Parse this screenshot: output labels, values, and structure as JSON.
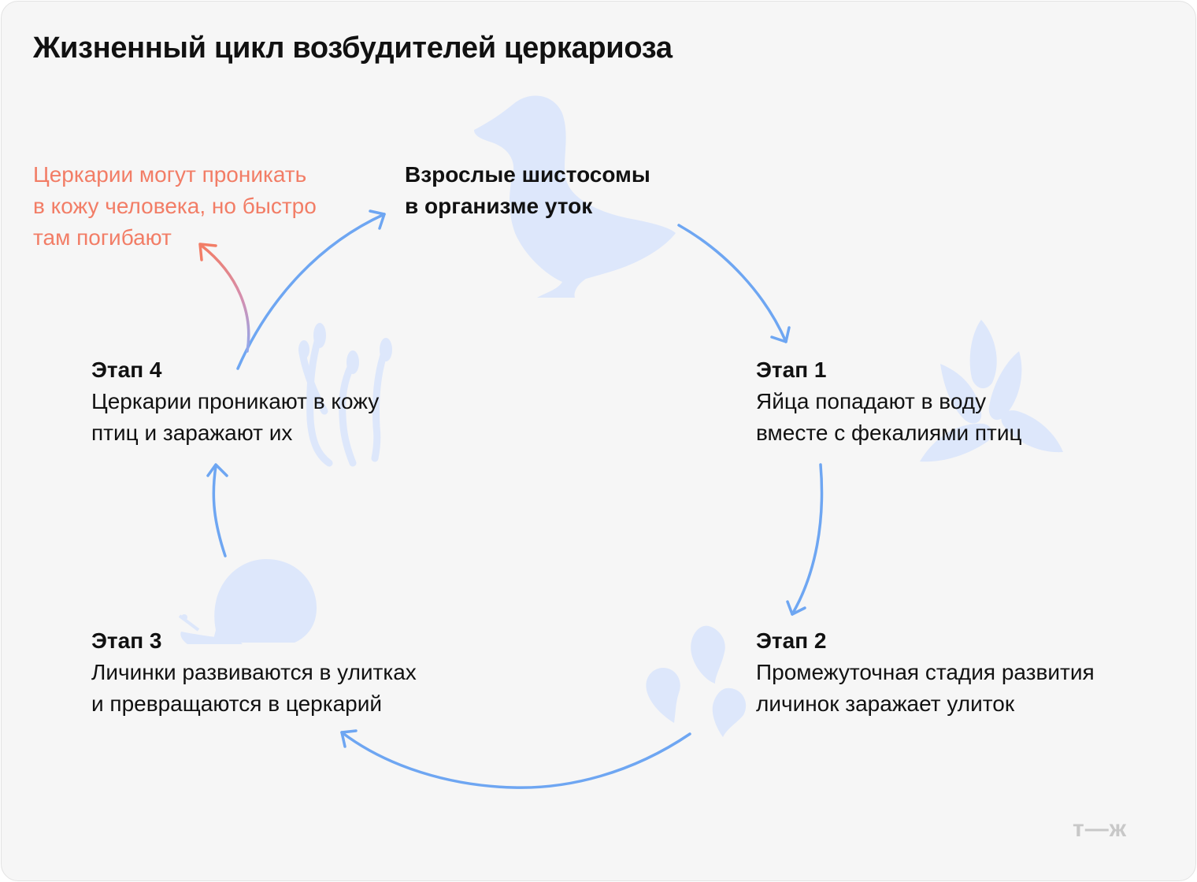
{
  "title": "Жизненный цикл возбудителей церкариоза",
  "adult": {
    "line1": "Взрослые шистосомы",
    "line2": "в организме уток"
  },
  "stages": [
    {
      "head": "Этап 1",
      "line1": "Яйца попадают в воду",
      "line2": "вместе с фекалиями птиц"
    },
    {
      "head": "Этап 2",
      "line1": "Промежуточная стадия развития",
      "line2": "личинок заражает улиток"
    },
    {
      "head": "Этап 3",
      "line1": "Личинки развиваются в улитках",
      "line2": "и превращаются в церкарий"
    },
    {
      "head": "Этап 4",
      "line1": "Церкарии проникают в кожу",
      "line2": "птиц и заражают их"
    }
  ],
  "note": {
    "line1": "Церкарии могут проникать",
    "line2": "в кожу человека, но быстро",
    "line3": "там погибают"
  },
  "logo": "т—ж",
  "colors": {
    "arrow": "#6ea6f2",
    "note": "#f27d66",
    "silhouette": "#dde7fb",
    "background": "#f6f6f6"
  },
  "icons": [
    "duck-icon",
    "egg-plant-icon",
    "larva-drops-icon",
    "snail-icon",
    "cercaria-icon"
  ]
}
